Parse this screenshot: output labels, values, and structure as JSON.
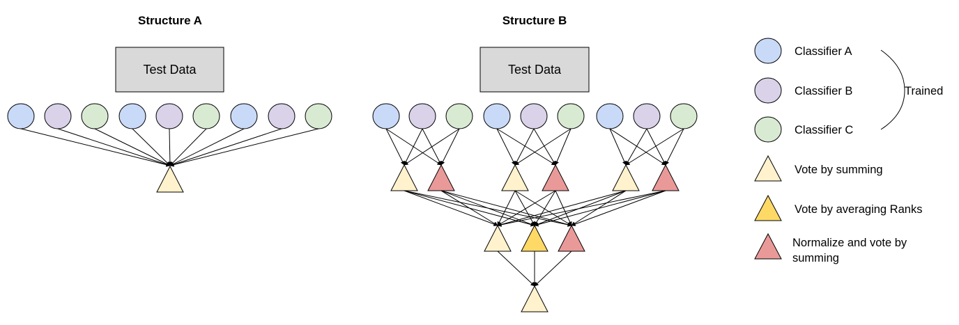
{
  "structure_a": {
    "title": "Structure A",
    "box_label": "Test Data"
  },
  "structure_b": {
    "title": "Structure B",
    "box_label": "Test Data"
  },
  "legend": {
    "classifier_a": "Classifier A",
    "classifier_b": "Classifier B",
    "classifier_c": "Classifier C",
    "trained": "Trained",
    "vote_summing": "Vote by summing",
    "vote_averaging": "Vote by averaging Ranks",
    "normalize_line1": "Normalize and vote by",
    "normalize_line2": "summing"
  },
  "colors": {
    "classifier_a": "#c9daf8",
    "classifier_b": "#d9d2e9",
    "classifier_c": "#d9ead3",
    "vote_summing": "#fff2cc",
    "vote_averaging": "#ffd966",
    "normalize": "#ea9999",
    "box": "#d9d9d9"
  }
}
